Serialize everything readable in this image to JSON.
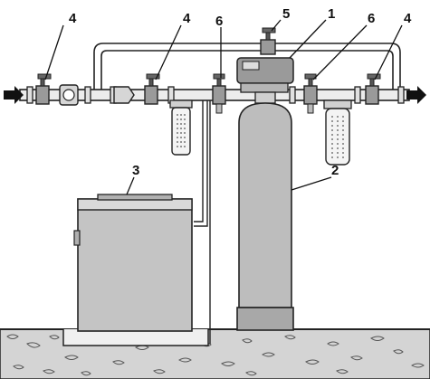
{
  "colors": {
    "outline": "#222222",
    "component_fill": "#bdbdbd",
    "component_fill_dark": "#9a9a9a",
    "pipe_fill": "#e6e6e6",
    "ground_fill": "#cfcfcf",
    "background": "#ffffff"
  },
  "callouts": [
    {
      "id": "bypass-valve",
      "label": "4"
    },
    {
      "id": "inlet-valve",
      "label": "4"
    },
    {
      "id": "sampling-tap-left",
      "label": "6"
    },
    {
      "id": "bypass-top-valve",
      "label": "5"
    },
    {
      "id": "control-head",
      "label": "1"
    },
    {
      "id": "sampling-tap-right",
      "label": "6"
    },
    {
      "id": "outlet-valve",
      "label": "4"
    },
    {
      "id": "brine-tank",
      "label": "3"
    },
    {
      "id": "filter-vessel",
      "label": "2"
    }
  ],
  "flow_arrows": {
    "inlet_icon": "arrow-right-icon",
    "outlet_icon": "arrow-right-icon"
  }
}
